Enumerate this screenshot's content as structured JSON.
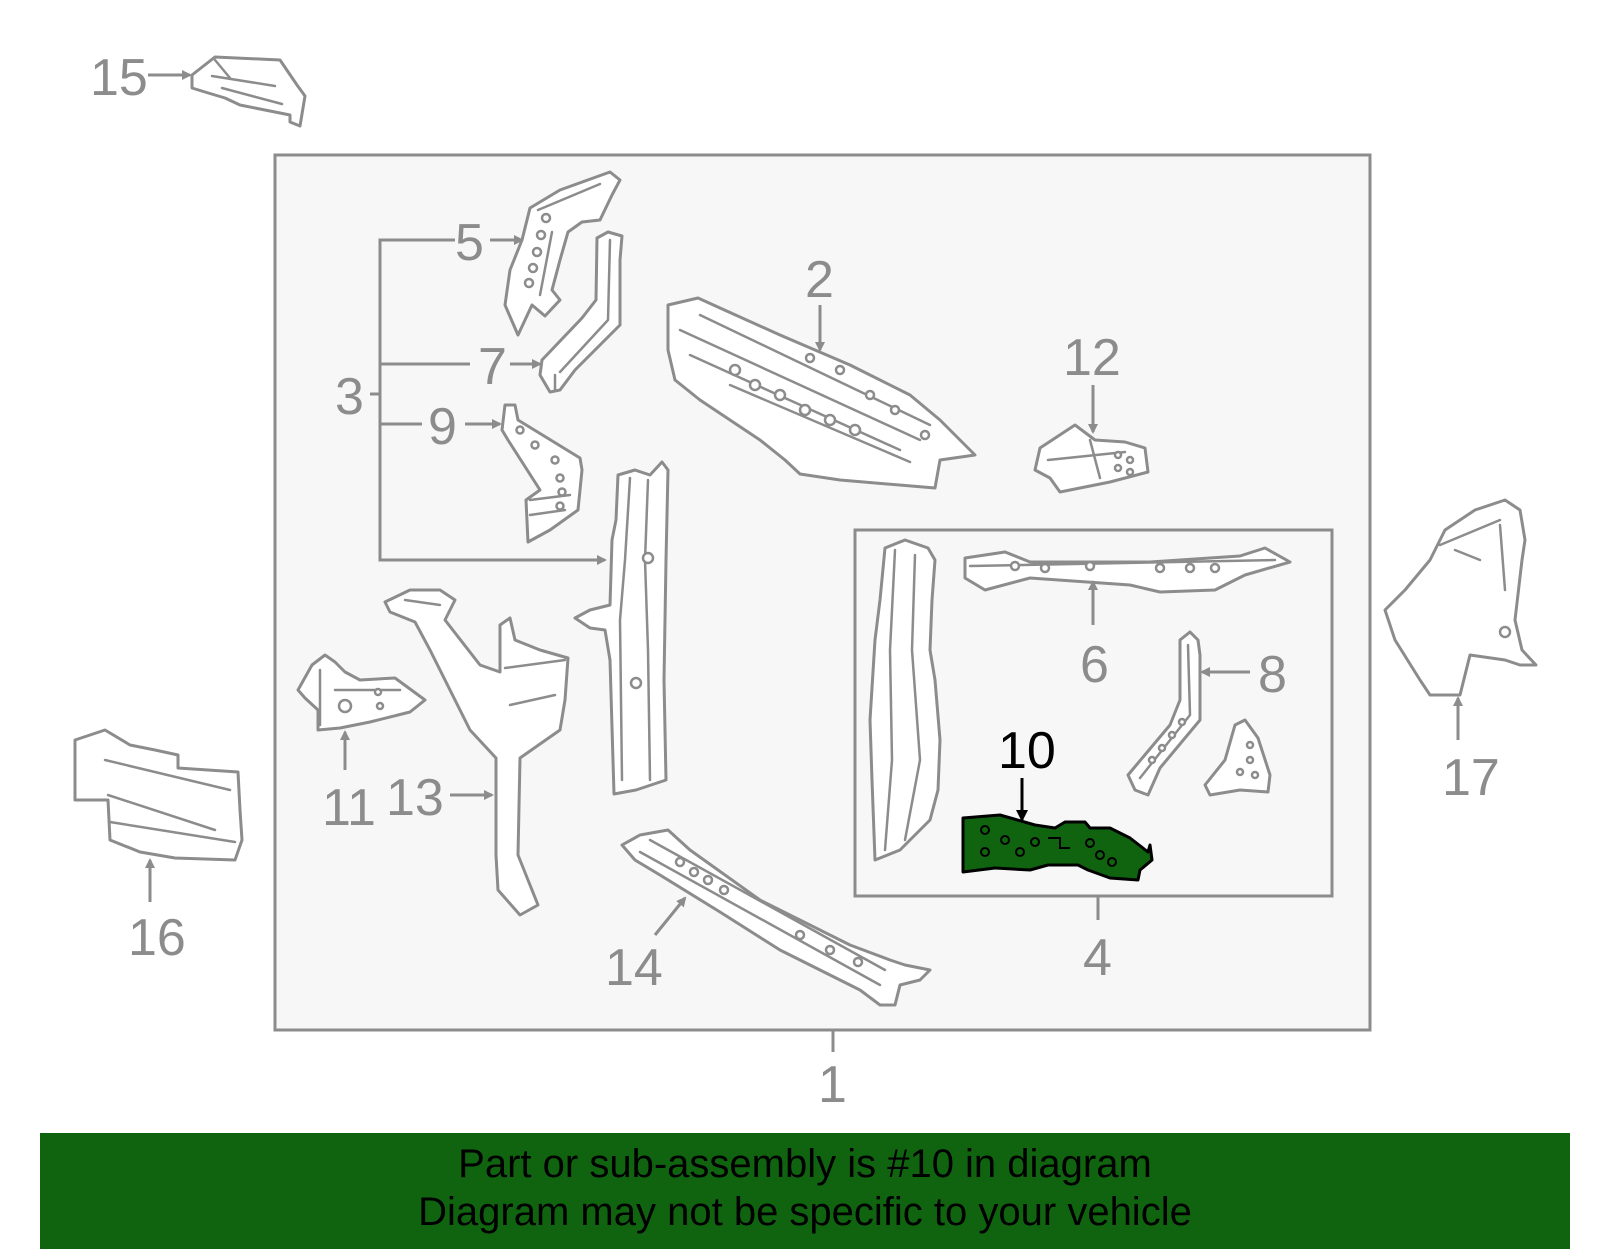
{
  "diagram": {
    "highlight_color": "#106410",
    "line_color": "#8c8c8c",
    "callouts": {
      "c1": "1",
      "c2": "2",
      "c3": "3",
      "c4": "4",
      "c5": "5",
      "c6": "6",
      "c7": "7",
      "c8": "8",
      "c9": "9",
      "c10": "10",
      "c11": "11",
      "c12": "12",
      "c13": "13",
      "c14": "14",
      "c15": "15",
      "c16": "16",
      "c17": "17"
    },
    "highlighted_part": "10"
  },
  "banner": {
    "line1": "Part or sub-assembly is #10 in diagram",
    "line2": "Diagram may not be specific to your vehicle",
    "color": "#106410"
  }
}
